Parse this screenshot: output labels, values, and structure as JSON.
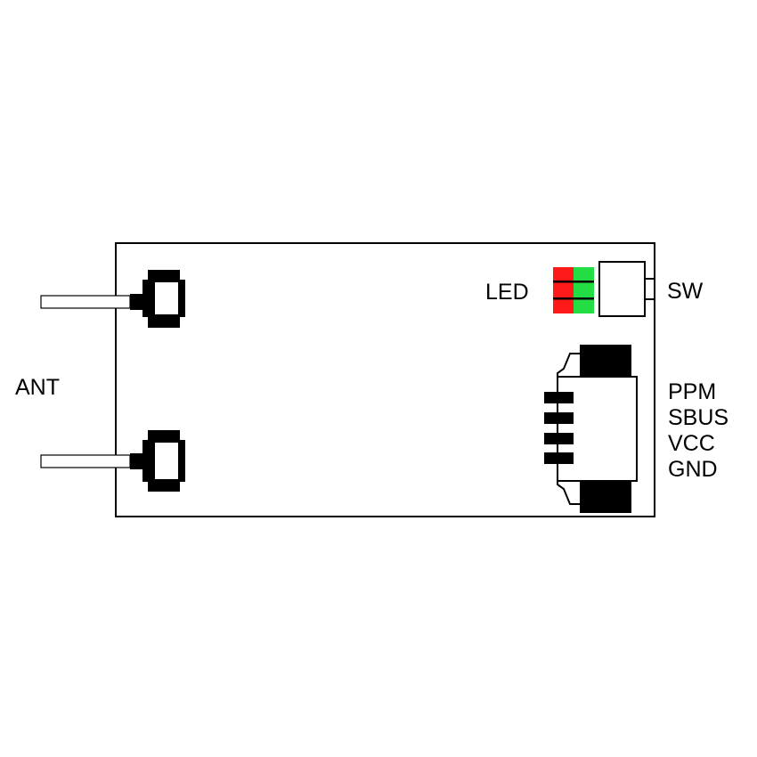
{
  "labels": {
    "antenna": "ANT",
    "led": "LED",
    "switch": "SW",
    "pins": [
      "PPM",
      "SBUS",
      "VCC",
      "GND"
    ]
  },
  "colors": {
    "led_red": "#ff1a1a",
    "led_green": "#22dd44",
    "outline": "#000000",
    "background": "#ffffff"
  }
}
